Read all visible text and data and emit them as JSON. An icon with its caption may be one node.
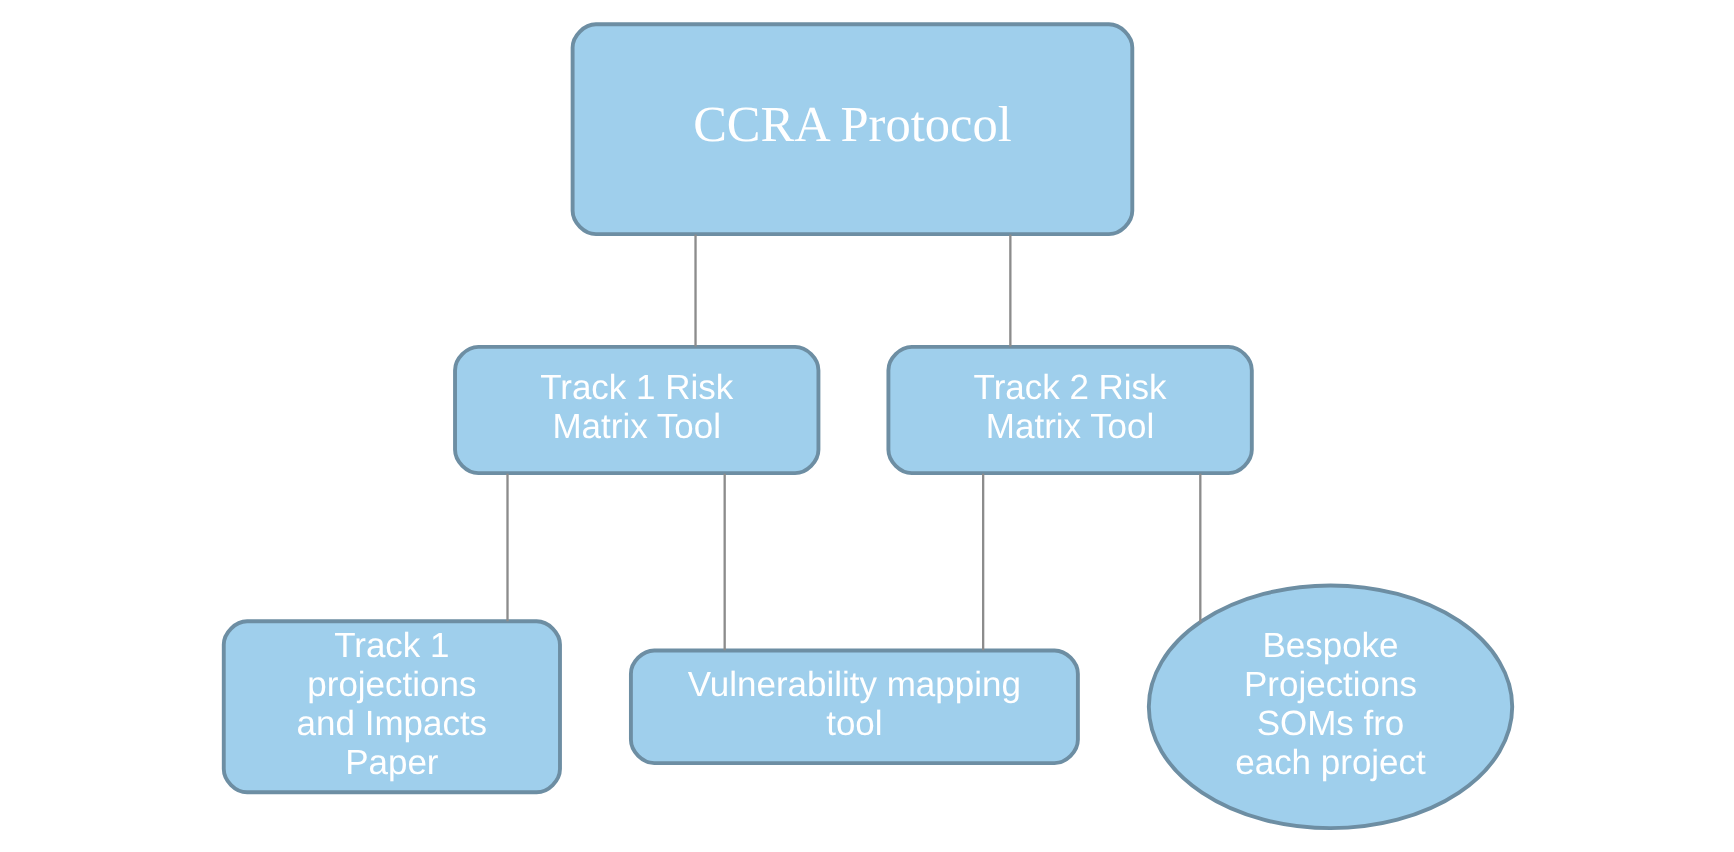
{
  "diagram": {
    "nodes": [
      {
        "text": [
          "CCRA Protocol"
        ]
      },
      {
        "text": [
          "Track 1 Risk Matrix Tool"
        ]
      },
      {
        "text": [
          "Track 2 Risk Matrix Tool"
        ]
      },
      {
        "text": [
          "Track 1 projections and Impacts Paper"
        ]
      },
      {
        "text": [
          "Vulnerability mapping tool"
        ]
      },
      {
        "text": [
          "Bespoke Projections SOMs fro each project"
        ]
      }
    ],
    "edges": [
      {
        "from": 0,
        "to": 1,
        "arrow": "none"
      },
      {
        "from": 0,
        "to": 2,
        "arrow": "none"
      },
      {
        "from": 1,
        "to": 3,
        "arrow": "none"
      },
      {
        "from": 1,
        "to": 4,
        "arrow": "none"
      },
      {
        "from": 2,
        "to": 4,
        "arrow": "none"
      },
      {
        "from": 2,
        "to": 5,
        "arrow": "none"
      }
    ]
  }
}
